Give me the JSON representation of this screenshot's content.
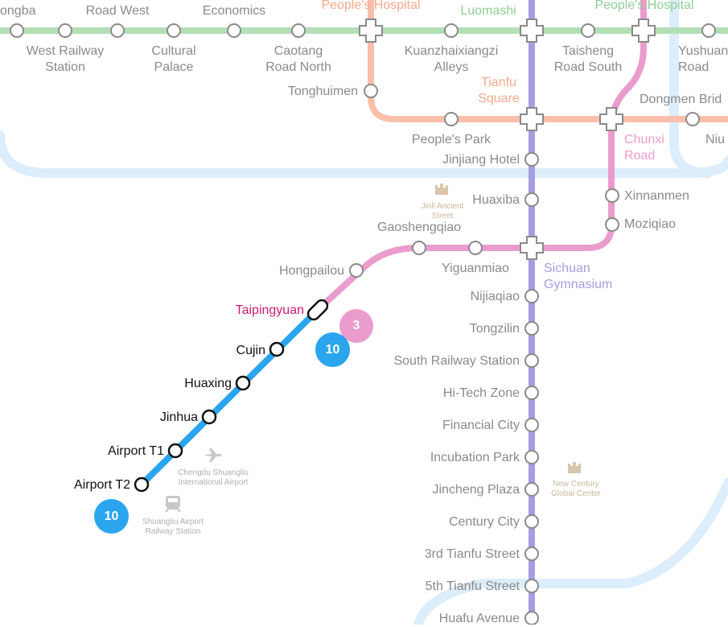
{
  "lines": {
    "line2_color": "#b3dfb6",
    "line3_color": "#ea9ccd",
    "line1_color": "#a59ee0",
    "line4_color": "#f9bfaa",
    "line10_color": "#2aa5ee",
    "ring_color": "#dcedfb"
  },
  "line_badges": [
    {
      "number": "3",
      "color": "#ea9ccd"
    },
    {
      "number": "10",
      "color": "#2aa5ee"
    },
    {
      "number": "10",
      "color": "#2aa5ee"
    }
  ],
  "stations": {
    "yingbinroad_partial": "ongba",
    "roadwest": "Road West",
    "economics": "Economics",
    "peoples_hospital_left": "People's Hospital",
    "luomashi": "Luomashi",
    "peoples_hospital_right": "People's Hospital",
    "west_railway_station": "West Railway Station",
    "cultural_palace": "Cultural Palace",
    "caotang_road_north": "Caotang Road North",
    "kuanzhaixiangzi_alleys": "Kuanzhaixiangzi Alleys",
    "taisheng_road_south": "Taisheng Road South",
    "yushuang_road": "Yushuang Road",
    "tonghuimen": "Tonghuimen",
    "tianfu_square": "Tianfu Square",
    "dongmen_bridge": "Dongmen Brid",
    "peoples_park": "People's Park",
    "chunxi_road": "Chunxi Road",
    "niu_partial": "Niu",
    "jinjiang_hotel": "Jinjiang Hotel",
    "xinnanmen": "Xinnanmen",
    "huaxiba": "Huaxiba",
    "moziqiao": "Moziqiao",
    "gaoshengqiao": "Gaoshengqiao",
    "yiguanmiao": "Yiguanmiao",
    "hongpailou": "Hongpailou",
    "sichuan_gymnasium": "Sichuan Gymnasium",
    "taipingyuan": "Taipingyuan",
    "nijiaqiao": "Nijiaqiao",
    "tongzilin": "Tongzilin",
    "cujin": "Cujin",
    "south_railway_station": "South Railway Station",
    "huaxing": "Huaxing",
    "hitech_zone": "Hi-Tech Zone",
    "jinhua": "Jinhua",
    "financial_city": "Financial City",
    "airport_t1": "Airport T1",
    "incubation_park": "Incubation Park",
    "airport_t2": "Airport T2",
    "jincheng_plaza": "Jincheng Plaza",
    "century_city": "Century City",
    "third_tianfu_street": "3rd Tianfu Street",
    "fifth_tianfu_street": "5th Tianfu Street",
    "huafu_avenue": "Huafu Avenue"
  },
  "landmarks": {
    "jinli": "Jinli Ancient Street",
    "new_century": "New Century Global Center",
    "airport": "Chengdu Shuangliu International Airport",
    "airport_railway": "Shuangliu Airport Railway Station"
  },
  "icons": [
    "castle-icon",
    "castle-icon",
    "airplane-icon",
    "train-icon",
    "interchange-icon"
  ]
}
